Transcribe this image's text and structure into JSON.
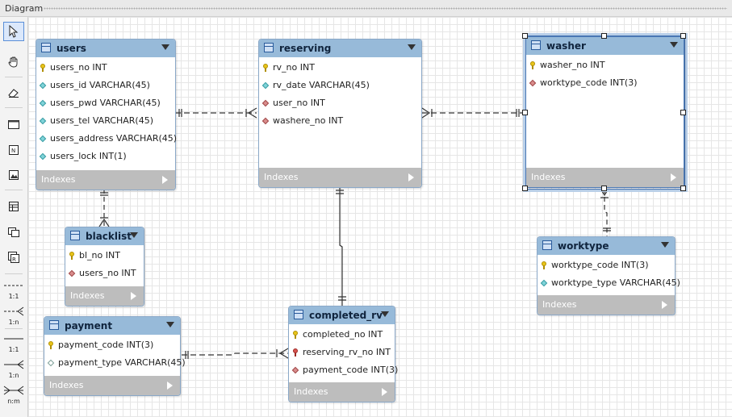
{
  "window": {
    "title": "Diagram"
  },
  "toolbar": {
    "tools": [
      "pointer-tool",
      "hand-tool",
      "eraser-tool",
      "layer-tool",
      "note-tool",
      "image-tool",
      "table-tool",
      "view-tool",
      "routine-group-tool"
    ],
    "relationships": [
      "1:1",
      "1:n",
      "1:1",
      "1:n",
      "n:m"
    ]
  },
  "tables": {
    "users": {
      "name": "users",
      "columns": [
        {
          "text": "users_no INT",
          "icon": "pk"
        },
        {
          "text": "users_id VARCHAR(45)",
          "icon": "col"
        },
        {
          "text": "users_pwd VARCHAR(45)",
          "icon": "col"
        },
        {
          "text": "users_tel VARCHAR(45)",
          "icon": "col"
        },
        {
          "text": "users_address VARCHAR(45)",
          "icon": "col"
        },
        {
          "text": "users_lock INT(1)",
          "icon": "col"
        }
      ],
      "indexes": "Indexes"
    },
    "reserving": {
      "name": "reserving",
      "columns": [
        {
          "text": "rv_no INT",
          "icon": "pk"
        },
        {
          "text": "rv_date VARCHAR(45)",
          "icon": "col"
        },
        {
          "text": "user_no INT",
          "icon": "fk"
        },
        {
          "text": "washere_no INT",
          "icon": "fk"
        }
      ],
      "indexes": "Indexes"
    },
    "washer": {
      "name": "washer",
      "columns": [
        {
          "text": "washer_no INT",
          "icon": "pk"
        },
        {
          "text": "worktype_code INT(3)",
          "icon": "fk"
        }
      ],
      "indexes": "Indexes"
    },
    "blacklist": {
      "name": "blacklist",
      "columns": [
        {
          "text": "bl_no INT",
          "icon": "pk"
        },
        {
          "text": "users_no INT",
          "icon": "fk"
        }
      ],
      "indexes": "Indexes"
    },
    "worktype": {
      "name": "worktype",
      "columns": [
        {
          "text": "worktype_code INT(3)",
          "icon": "pk"
        },
        {
          "text": "worktype_type VARCHAR(45)",
          "icon": "col"
        }
      ],
      "indexes": "Indexes"
    },
    "payment": {
      "name": "payment",
      "columns": [
        {
          "text": "payment_code INT(3)",
          "icon": "pk"
        },
        {
          "text": "payment_type VARCHAR(45)",
          "icon": "nn"
        }
      ],
      "indexes": "Indexes"
    },
    "completed_rv": {
      "name": "completed_rv",
      "columns": [
        {
          "text": "completed_no INT",
          "icon": "pk"
        },
        {
          "text": "reserving_rv_no INT",
          "icon": "pkfk"
        },
        {
          "text": "payment_code INT(3)",
          "icon": "fk"
        }
      ],
      "indexes": "Indexes"
    }
  }
}
